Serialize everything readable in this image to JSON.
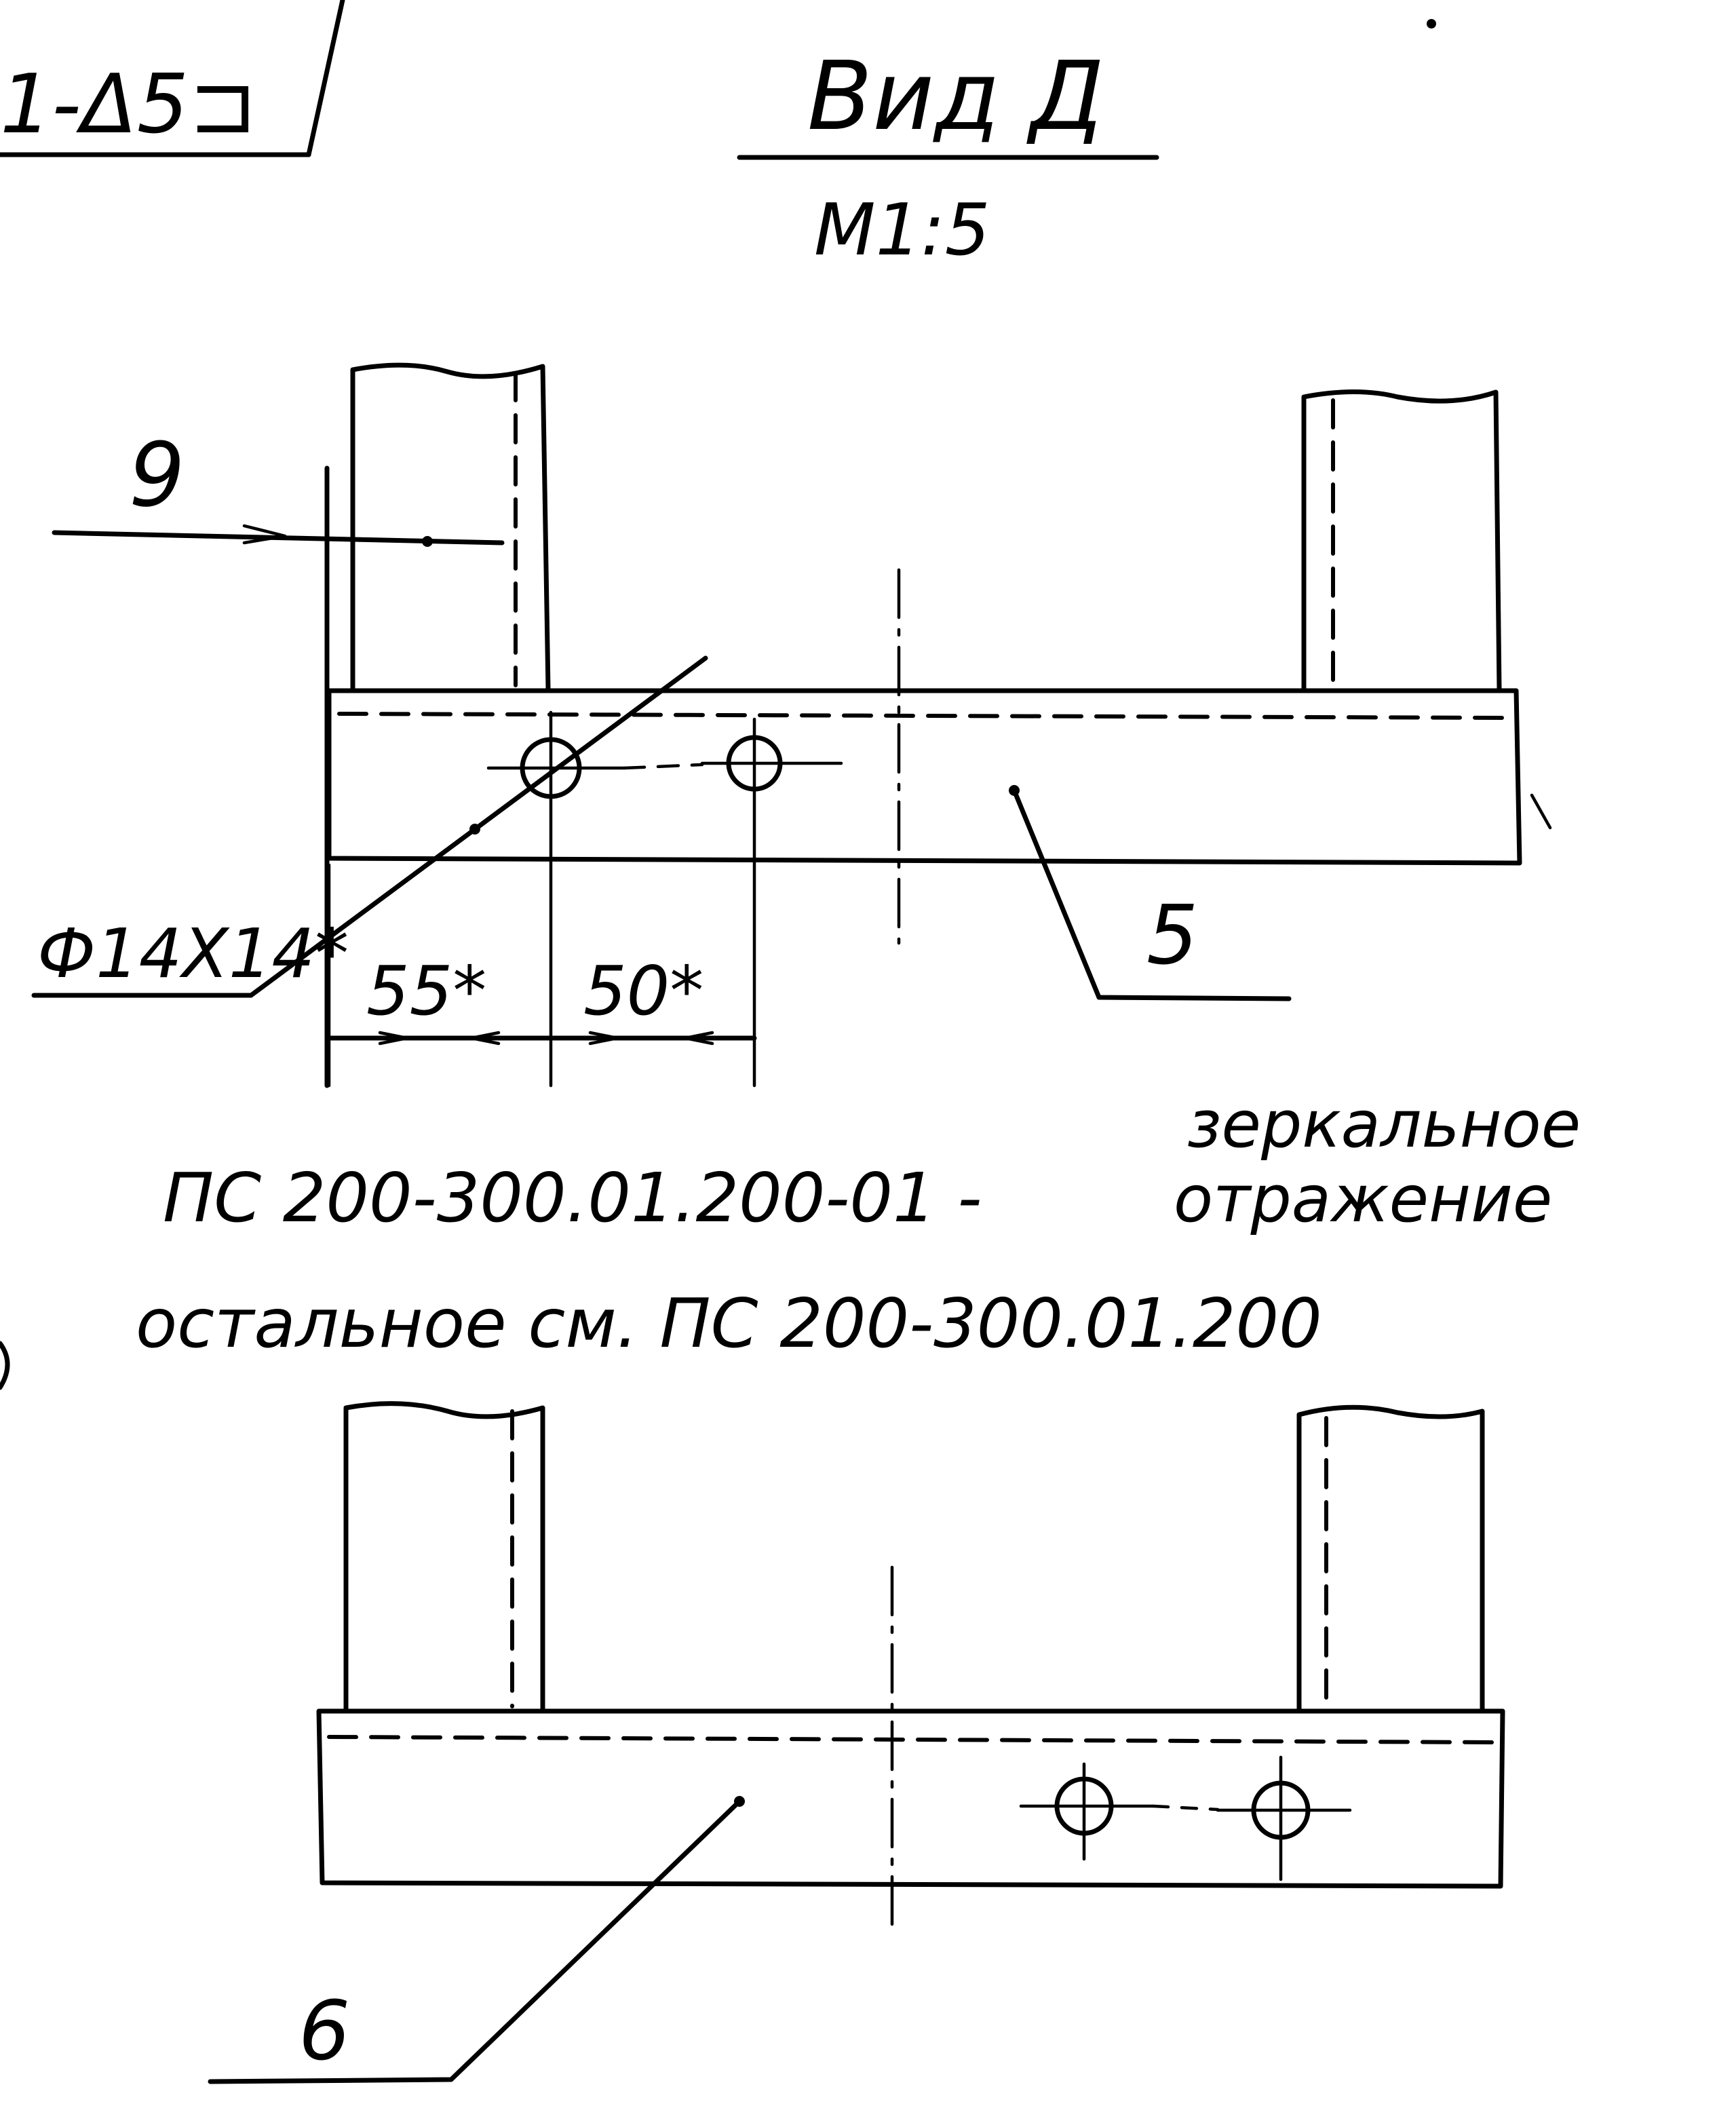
{
  "sheet": {
    "corner_label": "1-Δ5⊐",
    "title": "Вид Д",
    "scale": "М1:5"
  },
  "top_view": {
    "leader_9": "9",
    "hole_callout": "Ф14Х14*",
    "dim_left": "55*",
    "dim_right": "50*",
    "leader_5": "5"
  },
  "note": {
    "line1_part": "ПС 200-300.01.200-01 -",
    "line1_word1": "зеркальное",
    "line1_word2": "отражение",
    "line2": "остальное см. ПС 200-300.01.200"
  },
  "bottom_view": {
    "leader_6": "6"
  }
}
